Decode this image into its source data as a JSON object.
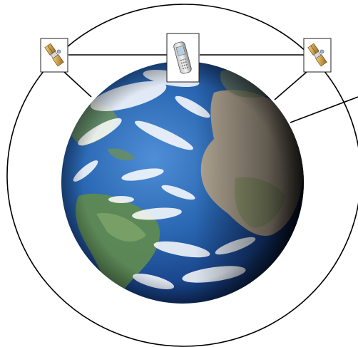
{
  "diagram": {
    "nodes": [
      {
        "id": "satellite-left",
        "kind": "satellite",
        "icon": "satellite-icon"
      },
      {
        "id": "mobile-phone",
        "kind": "mobile phone",
        "icon": "mobile-phone-icon"
      },
      {
        "id": "satellite-right",
        "kind": "satellite",
        "icon": "satellite-icon"
      }
    ],
    "links": [
      {
        "from": "satellite-left",
        "to": "mobile-phone"
      },
      {
        "from": "mobile-phone",
        "to": "satellite-right"
      },
      {
        "from": "satellite-left",
        "to": "earth"
      },
      {
        "from": "satellite-right",
        "to": "earth"
      }
    ],
    "colors": {
      "ocean": "#1f5aa6",
      "ocean_dark": "#0b2350",
      "land_green": "#5f8a52",
      "land_desert": "#b7a88f",
      "clouds": "#ffffff",
      "line": "#000000"
    }
  }
}
